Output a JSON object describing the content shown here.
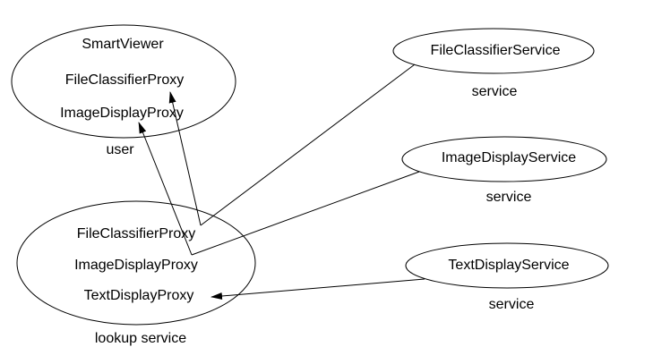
{
  "colors": {
    "background": "#ffffff",
    "stroke": "#000000",
    "text": "#000000"
  },
  "nodes": {
    "user": {
      "title": "SmartViewer",
      "proxy1": "FileClassifierProxy",
      "proxy2": "ImageDisplayProxy",
      "caption": "user"
    },
    "file_classifier_service": {
      "title": "FileClassifierService",
      "caption": "service"
    },
    "image_display_service": {
      "title": "ImageDisplayService",
      "caption": "service"
    },
    "text_display_service": {
      "title": "TextDisplayService",
      "caption": "service"
    },
    "lookup": {
      "proxy1": "FileClassifierProxy",
      "proxy2": "ImageDisplayProxy",
      "proxy3": "TextDisplayProxy",
      "caption": "lookup service"
    }
  },
  "edges": [
    {
      "from": "FileClassifierService",
      "to": "lookup service / FileClassifierProxy",
      "arrowhead": false
    },
    {
      "from": "lookup service / FileClassifierProxy",
      "to": "user / FileClassifierProxy",
      "arrowhead": true
    },
    {
      "from": "ImageDisplayService",
      "to": "lookup service / ImageDisplayProxy",
      "arrowhead": false
    },
    {
      "from": "lookup service / ImageDisplayProxy",
      "to": "user / ImageDisplayProxy",
      "arrowhead": true
    },
    {
      "from": "TextDisplayService",
      "to": "lookup service / TextDisplayProxy",
      "arrowhead": true
    }
  ]
}
